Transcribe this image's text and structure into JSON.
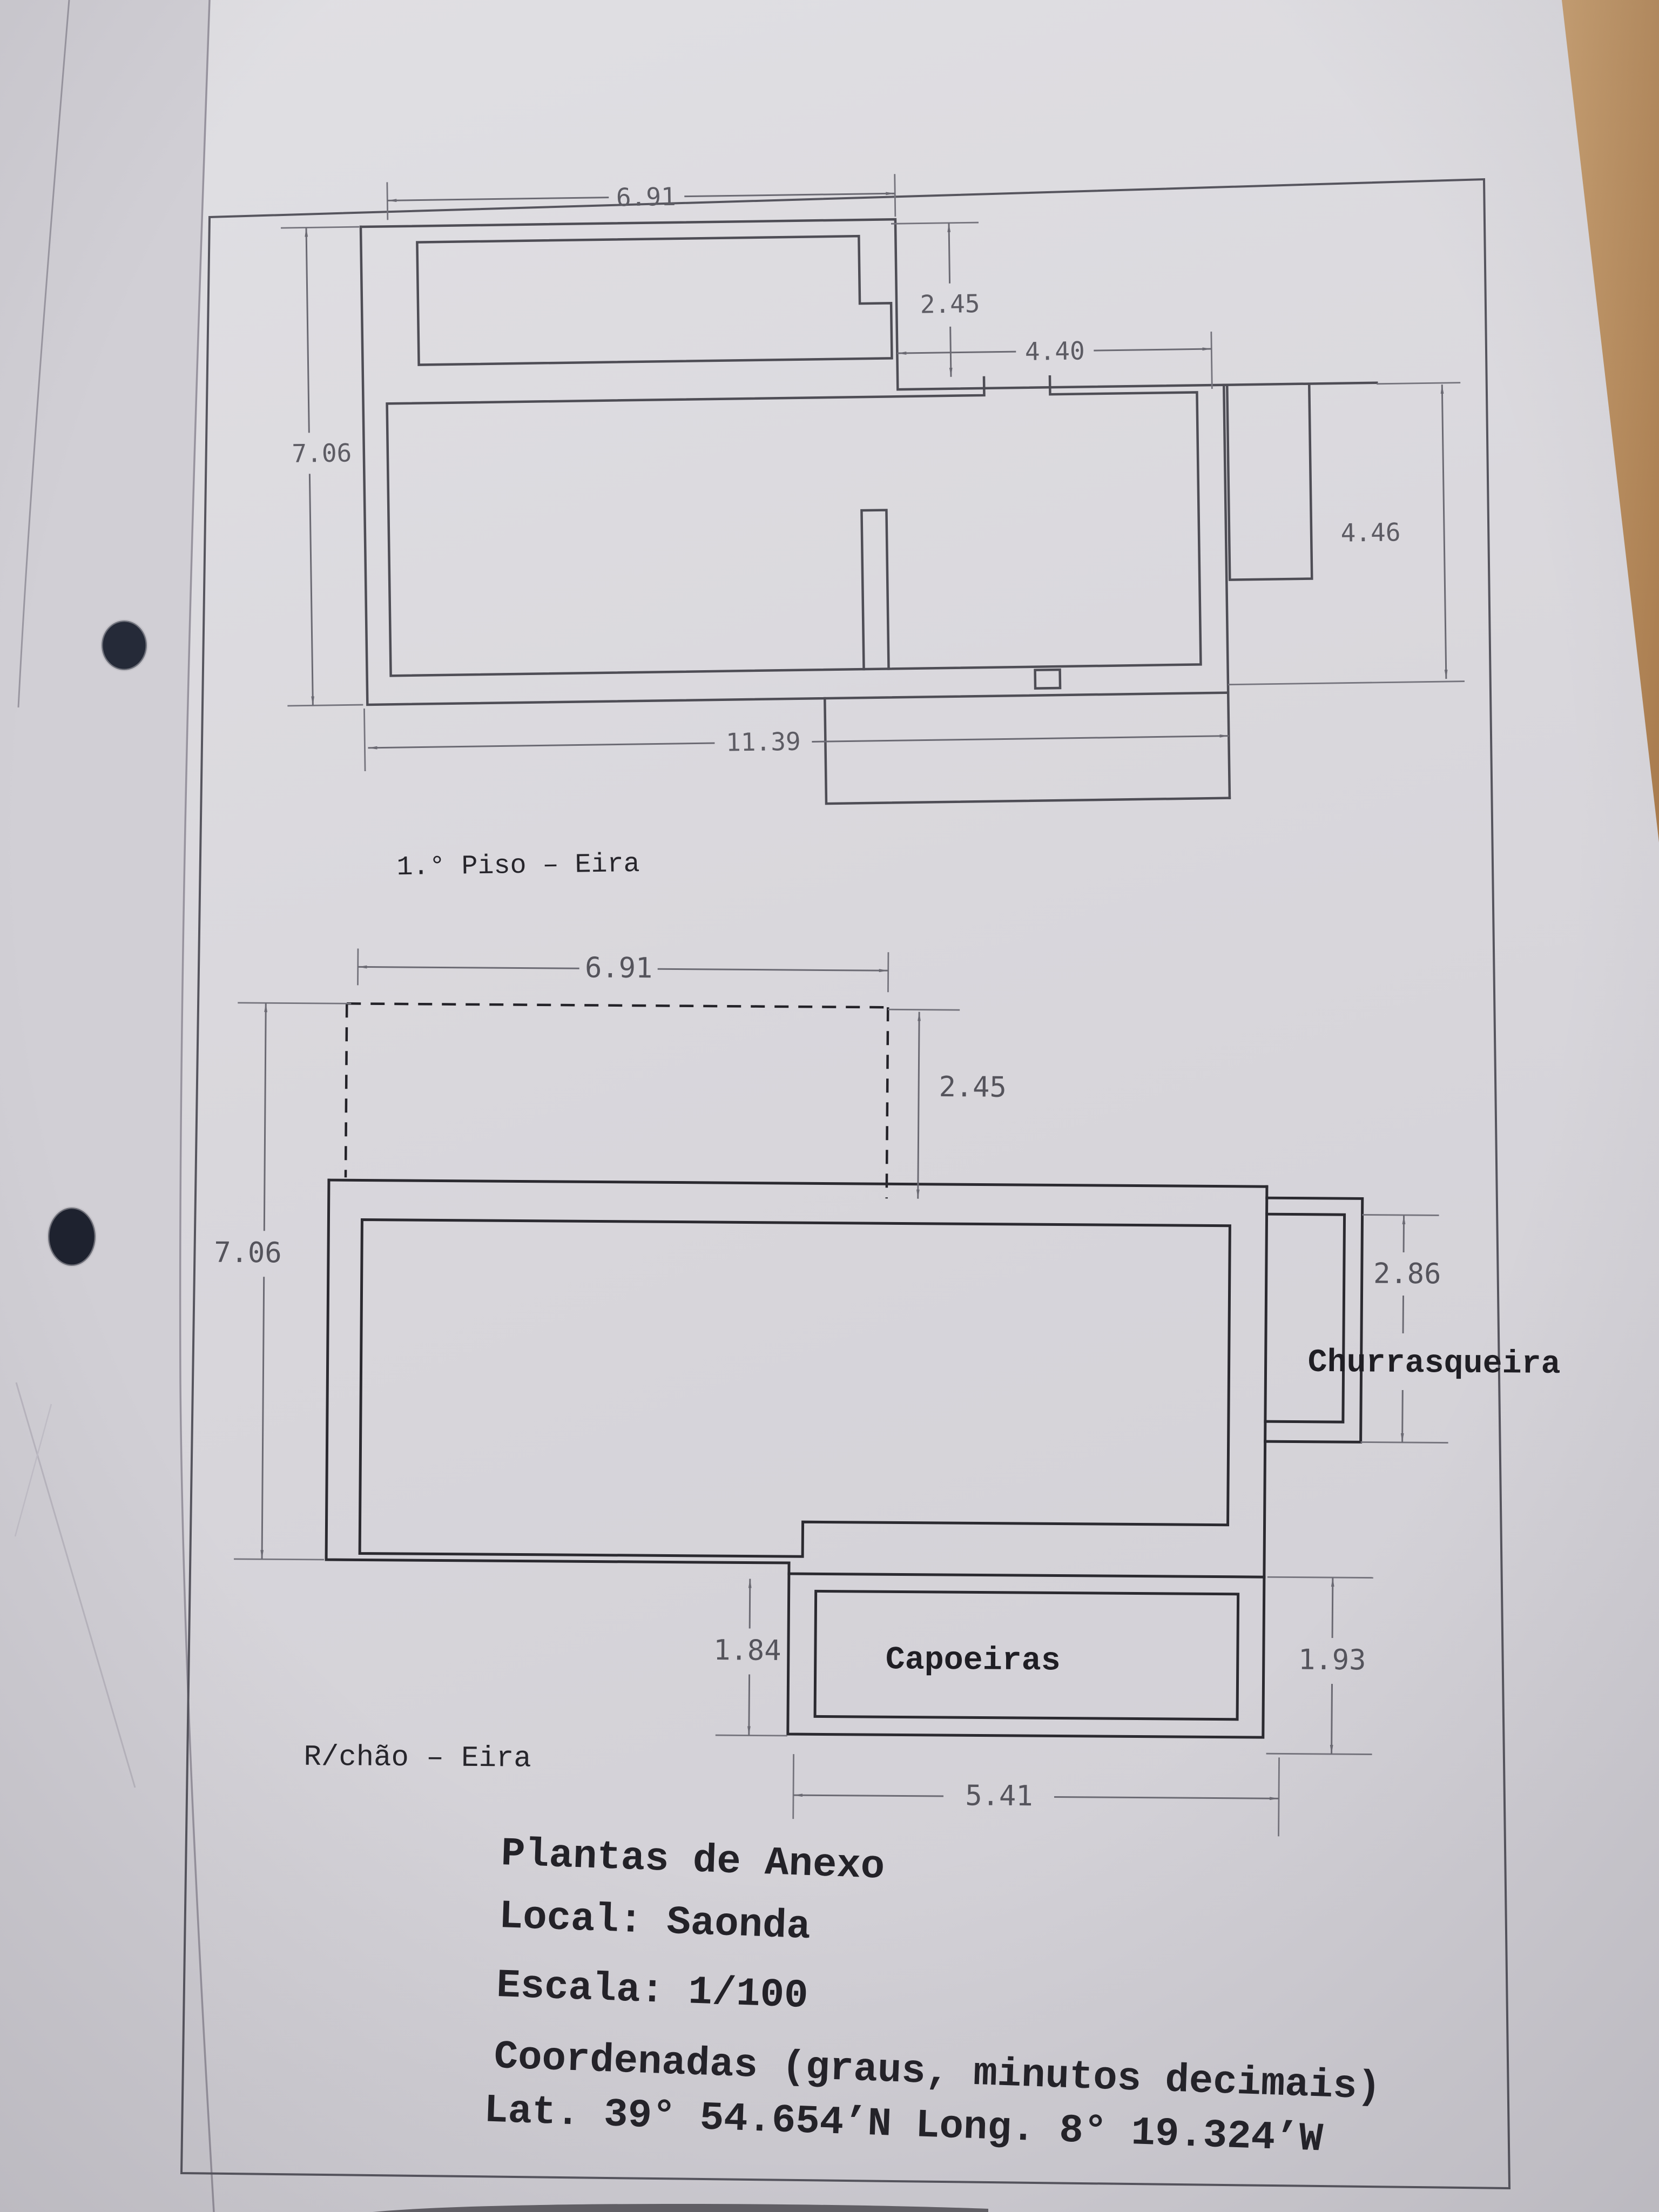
{
  "top_plan": {
    "title": "1.° Piso  –  Eira",
    "dims": {
      "width_top": "6.91",
      "step_height": "2.45",
      "width_right": "4.40",
      "height_left": "7.06",
      "height_right": "4.46",
      "width_bottom": "11.39"
    }
  },
  "ground_plan": {
    "title": "R/chão  –  Eira",
    "churrasqueira_label": "Churrasqueira",
    "capoeiras_label": "Capoeiras",
    "dims": {
      "width_top": "6.91",
      "projection_height": "2.45",
      "height_left": "7.06",
      "churrasqueira_height": "2.86",
      "capoeiras_left": "1.84",
      "capoeiras_right": "1.93",
      "capoeiras_width": "5.41"
    }
  },
  "footer": {
    "line1": "Plantas  de  Anexo",
    "line2": "Local:  Saonda",
    "line3": "Escala:  1/100",
    "line4": "Coordenadas  (graus,  minutos  decimais)",
    "line5": "Lat.  39° 54.654’N  Long.  8° 19.324’W"
  },
  "colors": {
    "paper": "#dbdade",
    "under_paper": "#d1cfd5",
    "desk": "#c49a6c",
    "ink_dark": "#2b2a30",
    "ink_gray": "#6b6a73",
    "hole": "#252a38"
  }
}
